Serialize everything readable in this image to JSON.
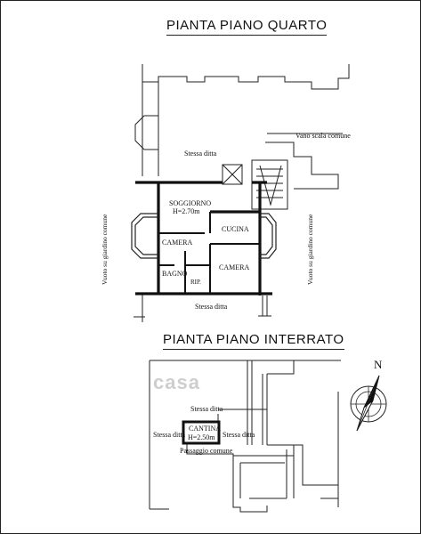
{
  "titles": {
    "top": "PIANTA PIANO QUARTO",
    "bottom": "PIANTA PIANO INTERRATO"
  },
  "upper_plan": {
    "vano_scala": "Vano scala comune",
    "stessa_ditta_top": "Stessa ditta",
    "soggiorno": "SOGGIORNO",
    "soggiorno_height": "H=2.70m",
    "cucina": "CUCINA",
    "camera_left": "CAMERA",
    "camera_right": "CAMERA",
    "bagno": "BAGNO",
    "rip": "RIP.",
    "stessa_ditta_bottom": "Stessa ditta",
    "vuoto_left": "Vuoto su giardino comune",
    "vuoto_right": "Vuoto su giardino comune"
  },
  "lower_plan": {
    "stessa_ditta_top": "Stessa ditta",
    "cantina": "CANTINA",
    "cantina_height": "H=2.50m",
    "stessa_ditta_left": "Stessa ditta",
    "stessa_ditta_right": "Stessa ditta",
    "passaggio": "Passaggio comune"
  },
  "compass": {
    "north_label": "N"
  },
  "watermark": "casa"
}
